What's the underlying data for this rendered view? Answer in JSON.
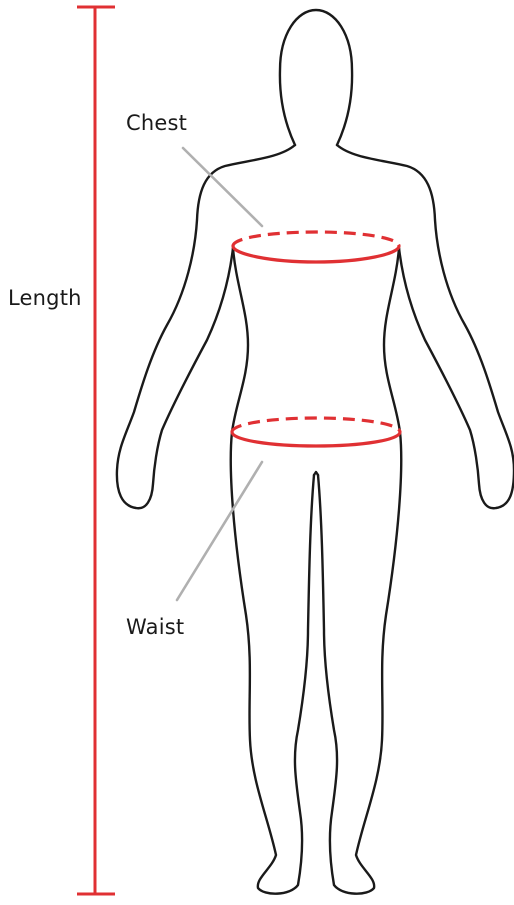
{
  "labels": {
    "length": "Length",
    "chest": "Chest",
    "waist": "Waist"
  },
  "colors": {
    "measure_line": "#e03033",
    "outline": "#1a1a1a",
    "leader": "#b0b0b0"
  }
}
